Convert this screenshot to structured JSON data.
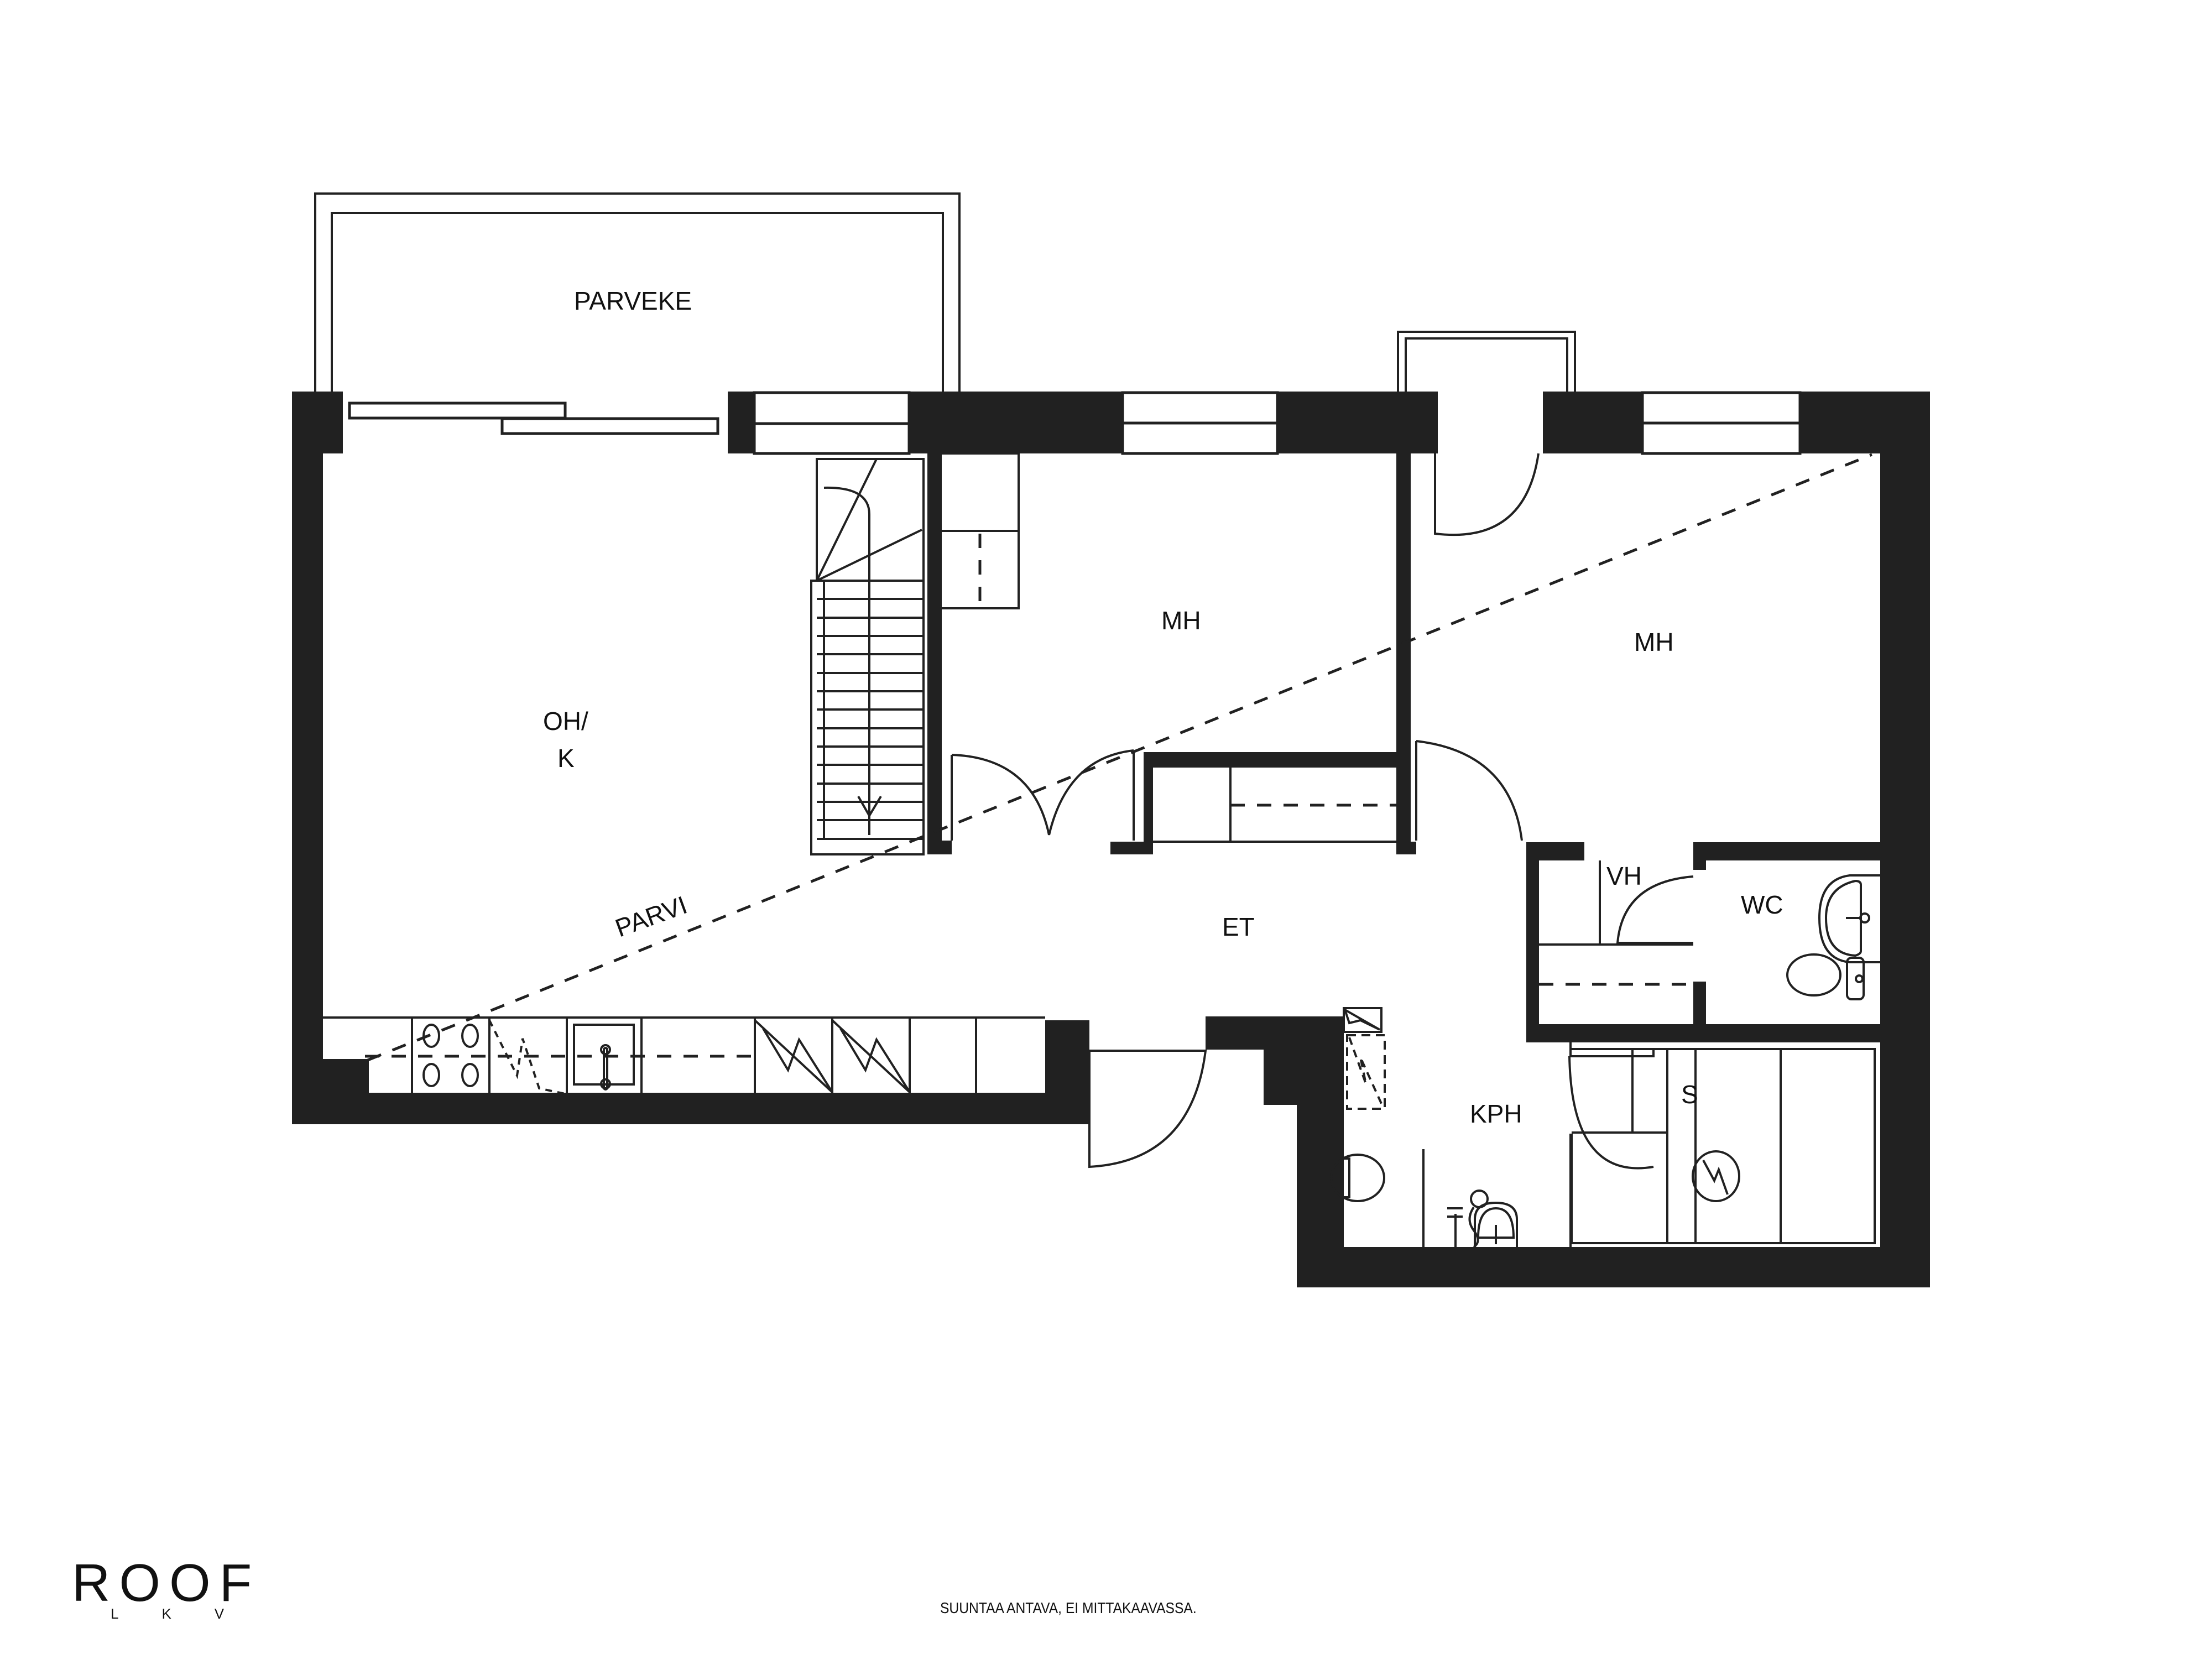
{
  "floorplan": {
    "rooms": {
      "balcony": "PARVEKE",
      "living_kitchen_line1": "OH/",
      "living_kitchen_line2": "K",
      "bedroom_1": "MH",
      "bedroom_2": "MH",
      "hallway": "ET",
      "loft": "PARVI",
      "walk_in_closet": "VH",
      "toilet": "WC",
      "bathroom": "KPH",
      "sauna": "S"
    },
    "colors": {
      "wall": "#212121",
      "background": "#ffffff"
    }
  },
  "branding": {
    "logo_main": "ROOF",
    "logo_sub": "LKV"
  },
  "footer": {
    "disclaimer": "SUUNTAA ANTAVA, EI MITTAKAAVASSA."
  }
}
